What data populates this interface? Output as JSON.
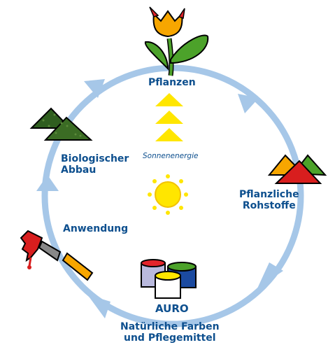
{
  "labels": {
    "pflanzen": "Pflanzen",
    "sonnenenergie": "Sonnenenergie",
    "pflanzliche_line1": "Pflanzliche",
    "pflanzliche_line2": "Rohstoffe",
    "auro": "AURO",
    "farben_line1": "Natürliche Farben",
    "farben_line2": "und Pflegemittel",
    "anwendung": "Anwendung",
    "abbau_line1": "Biologischer",
    "abbau_line2": "Abbau"
  },
  "icons": [
    "tulip-icon",
    "triangle-up-icon",
    "sun-icon",
    "spice-piles-icon",
    "paint-cans-icon",
    "paintbrush-icon",
    "compost-piles-icon"
  ],
  "colors": {
    "cycle": "#a6c7e8",
    "label_text": "#0d4f8e",
    "sun": "#ffe600",
    "triangles": "#ffe600",
    "tulip": "#f7a600",
    "leaf": "#4ca22a",
    "compost": "#2f5e1f"
  }
}
